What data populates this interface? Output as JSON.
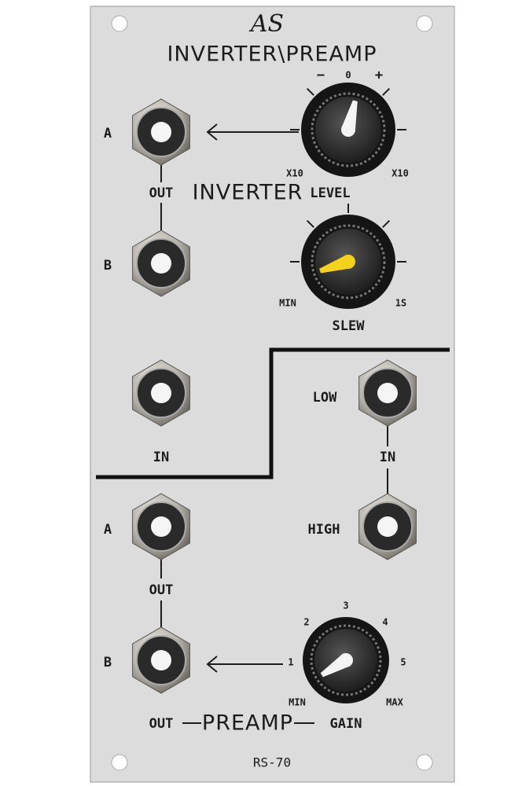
{
  "panel": {
    "logo": "AS",
    "title": "INVERTER\\PREAMP",
    "model": "RS-70",
    "colors": {
      "panel": "#dcdcdc",
      "slew_pointer": "#f2d21a",
      "pointer": "#f4f4f4"
    }
  },
  "inverter": {
    "level_knob": {
      "label": "LEVEL",
      "minus": "−",
      "zero": "0",
      "plus": "+",
      "left_scale": "X10",
      "right_scale": "X10",
      "position": 0.55
    },
    "out_label": "OUT",
    "section_label": "INVERTER",
    "jack_a_label": "A",
    "jack_b_label": "B",
    "slew_knob": {
      "label": "SLEW",
      "min": "MIN",
      "max": "1S",
      "position": 0.1
    },
    "in_label": "IN"
  },
  "preamp": {
    "low_label": "LOW",
    "high_label": "HIGH",
    "in_label": "IN",
    "jack_a_label": "A",
    "jack_b_label": "B",
    "out_label": "OUT",
    "bottom_out": "OUT",
    "section_label": "PREAMP",
    "gain_label": "GAIN",
    "gain_knob": {
      "ticks": [
        "1",
        "2",
        "3",
        "4",
        "5"
      ],
      "min": "MIN",
      "max": "MAX",
      "position": 0.05
    }
  }
}
